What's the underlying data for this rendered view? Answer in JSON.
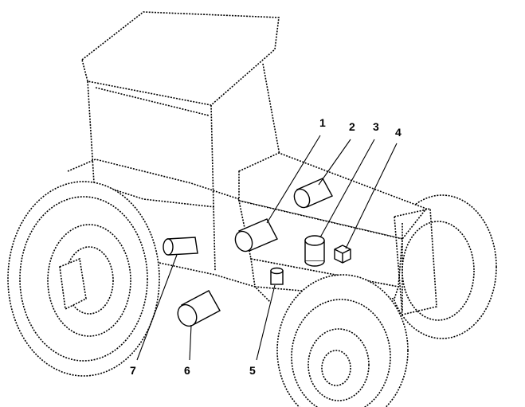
{
  "diagram": {
    "subject": "tractor",
    "callouts": [
      {
        "id": "1",
        "label": "1"
      },
      {
        "id": "2",
        "label": "2"
      },
      {
        "id": "3",
        "label": "3"
      },
      {
        "id": "4",
        "label": "4"
      },
      {
        "id": "5",
        "label": "5"
      },
      {
        "id": "6",
        "label": "6"
      },
      {
        "id": "7",
        "label": "7"
      }
    ]
  }
}
